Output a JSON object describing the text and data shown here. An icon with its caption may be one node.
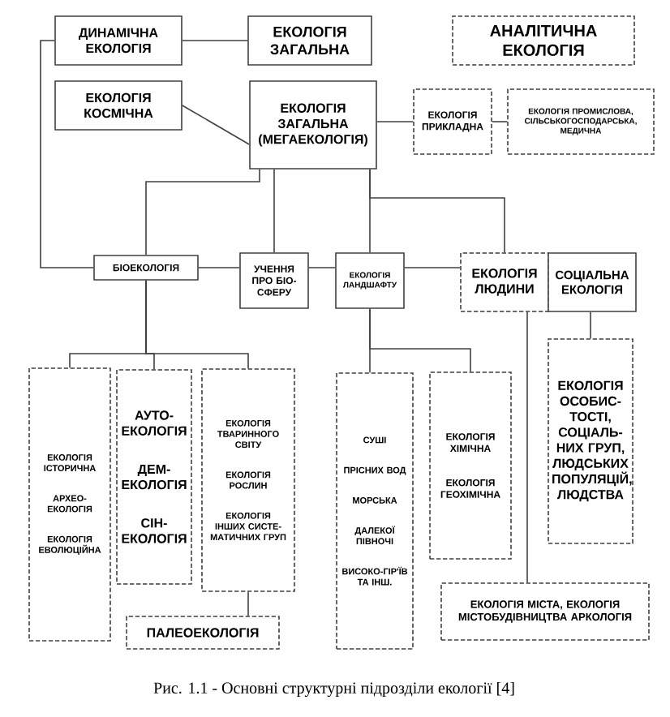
{
  "diagram": {
    "caption": "Рис. 1.1 - Основні структурні підрозділи екології [4]",
    "nodes": [
      {
        "text": [
          "ДИНАМІЧНА ЕКОЛОГІЯ"
        ]
      },
      {
        "text": [
          "ЕКОЛОГІЯ ЗАГАЛЬНА"
        ]
      },
      {
        "text": [
          "АНАЛІТИЧНА ЕКОЛОГІЯ"
        ]
      },
      {
        "text": [
          "ЕКОЛОГІЯ КОСМІЧНА"
        ]
      },
      {
        "text": [
          "ЕКОЛОГІЯ ЗАГАЛЬНА (МЕГАЕКОЛОГІЯ)"
        ]
      },
      {
        "text": [
          "ЕКОЛОГІЯ ПРИКЛАДНА"
        ]
      },
      {
        "text": [
          "ЕКОЛОГІЯ ПРОМИСЛОВА, СІЛЬСЬКОГОСПОДАРСЬКА, МЕДИЧНА"
        ]
      },
      {
        "text": [
          "БІОЕКОЛОГІЯ"
        ]
      },
      {
        "text": [
          "УЧЕННЯ ПРО БІО-СФЕРУ"
        ]
      },
      {
        "text": [
          "ЕКОЛОГІЯ ЛАНДШАФТУ"
        ]
      },
      {
        "text": [
          "ЕКОЛОГІЯ ЛЮДИНИ"
        ]
      },
      {
        "text": [
          "СОЦІАЛЬНА ЕКОЛОГІЯ"
        ]
      },
      {
        "text": [
          "ЕКОЛОГІЯ ІСТОРИЧНА",
          "АРХЕО-ЕКОЛОГІЯ",
          "ЕКОЛОГІЯ ЕВОЛЮЦІЙНА"
        ]
      },
      {
        "text": [
          "АУТО-ЕКОЛОГІЯ",
          "ДЕМ-ЕКОЛОГІЯ",
          "СІН-ЕКОЛОГІЯ"
        ]
      },
      {
        "text": [
          "ЕКОЛОГІЯ ТВАРИННОГО СВІТУ",
          "ЕКОЛОГІЯ РОСЛИН",
          "ЕКОЛОГІЯ ІНШИХ СИСТЕ-МАТИЧНИХ ГРУП"
        ]
      },
      {
        "text": [
          "ПАЛЕОЕКОЛОГІЯ"
        ]
      },
      {
        "text": [
          "СУШІ",
          "ПРІСНИХ ВОД",
          "МОРСЬКА",
          "ДАЛЕКОЇ ПІВНОЧІ",
          "ВИСОКО-ГІР'ЇВ ТА ІНШ."
        ]
      },
      {
        "text": [
          "ЕКОЛОГІЯ ХІМІЧНА",
          "ЕКОЛОГІЯ ГЕОХІМІЧНА"
        ]
      },
      {
        "text": [
          "ЕКОЛОГІЯ ОСОБИС-ТОСТІ, СОЦІАЛЬ-НИХ ГРУП, ЛЮДСЬКИХ ПОПУЛЯЦІЙ, ЛЮДСТВА"
        ]
      },
      {
        "text": [
          "ЕКОЛОГІЯ МІСТА, ЕКОЛОГІЯ МІСТОБУДІВНИЦТВА АРКОЛОГІЯ"
        ]
      }
    ],
    "edges": [
      {
        "from": 0,
        "to": 1,
        "arrow": "none"
      },
      {
        "from": 3,
        "to": 4,
        "arrow": "none"
      },
      {
        "from": 4,
        "to": 5,
        "arrow": "none"
      },
      {
        "from": 5,
        "to": 6,
        "arrow": "none"
      },
      {
        "from": 0,
        "to": 7,
        "arrow": "none"
      },
      {
        "from": 4,
        "to": 7,
        "arrow": "none"
      },
      {
        "from": 4,
        "to": 8,
        "arrow": "none"
      },
      {
        "from": 4,
        "to": 9,
        "arrow": "none"
      },
      {
        "from": 4,
        "to": 10,
        "arrow": "none"
      },
      {
        "from": 7,
        "to": 8,
        "arrow": "none"
      },
      {
        "from": 8,
        "to": 9,
        "arrow": "none"
      },
      {
        "from": 9,
        "to": 10,
        "arrow": "none"
      },
      {
        "from": 7,
        "to": 12,
        "arrow": "none"
      },
      {
        "from": 7,
        "to": 13,
        "arrow": "none"
      },
      {
        "from": 7,
        "to": 14,
        "arrow": "none"
      },
      {
        "from": 14,
        "to": 15,
        "arrow": "none"
      },
      {
        "from": 9,
        "to": 16,
        "arrow": "none"
      },
      {
        "from": 9,
        "to": 17,
        "arrow": "none"
      },
      {
        "from": 10,
        "to": 19,
        "arrow": "none"
      },
      {
        "from": 11,
        "to": 18,
        "arrow": "none"
      }
    ]
  }
}
